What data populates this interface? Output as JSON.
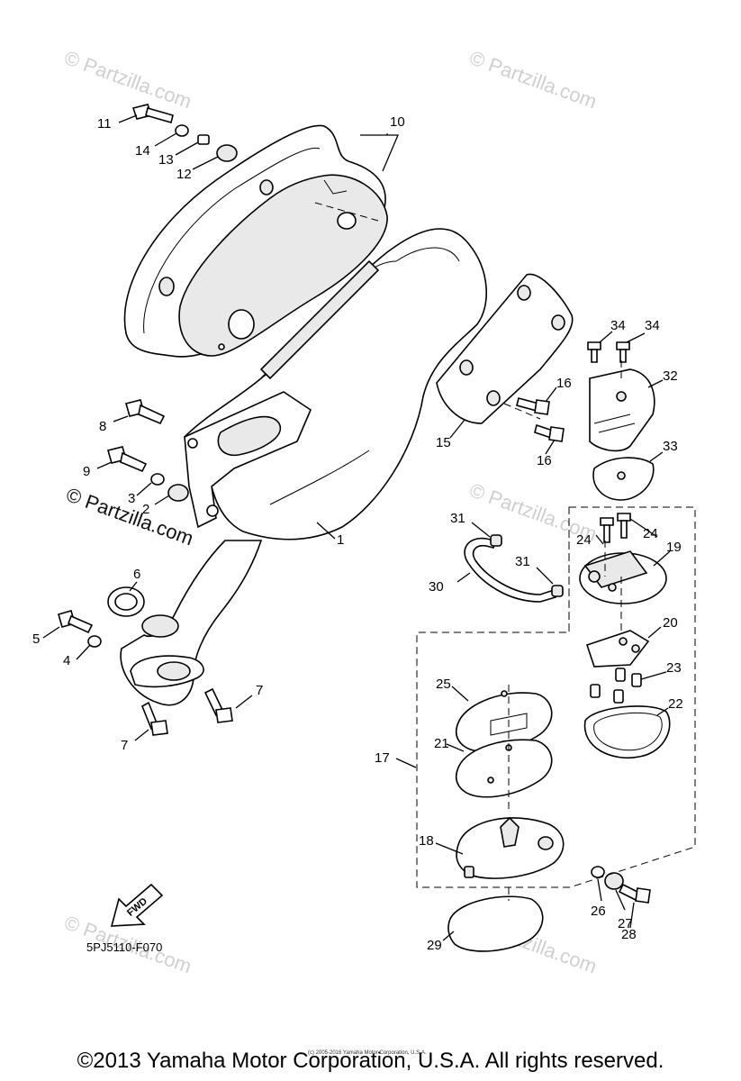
{
  "watermarks": {
    "light": "© Partzilla.com",
    "dark": "© Partzilla.com"
  },
  "callouts": [
    "1",
    "2",
    "3",
    "4",
    "5",
    "6",
    "7",
    "7",
    "8",
    "9",
    "10",
    "11",
    "12",
    "13",
    "14",
    "15",
    "16",
    "16",
    "17",
    "18",
    "19",
    "20",
    "21",
    "22",
    "23",
    "24",
    "24",
    "25",
    "26",
    "27",
    "28",
    "29",
    "30",
    "31",
    "31",
    "32",
    "33",
    "34",
    "34"
  ],
  "fwd_label": "FWD",
  "diagram_code": "5PJ5110-F070",
  "small_copyright": "(c) 2005-2016 Yamaha Motor Corporation, U.S.A.",
  "copyright": "©2013 Yamaha Motor Corporation, U.S.A. All rights reserved."
}
